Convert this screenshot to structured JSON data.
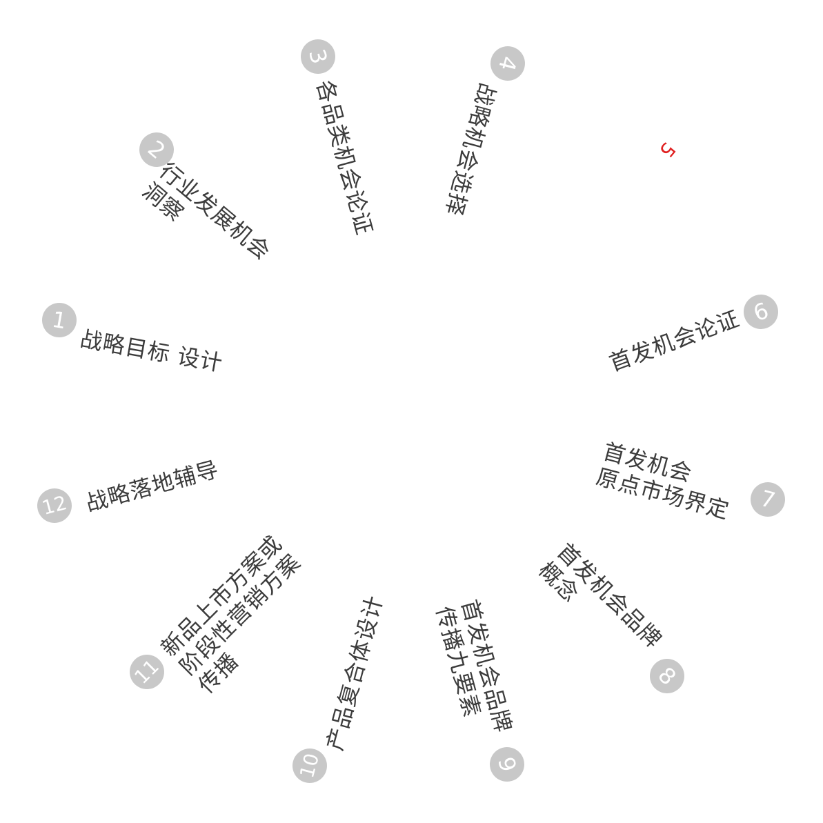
{
  "steps": [
    {
      "num": "1",
      "lines": [
        "战略目标 设计"
      ]
    },
    {
      "num": "2",
      "lines": [
        "行业发展机会",
        "洞察"
      ]
    },
    {
      "num": "3",
      "lines": [
        "各品类机会论证"
      ]
    },
    {
      "num": "4",
      "lines": [
        "战略机会选择"
      ]
    },
    {
      "num": "5",
      "lines": [],
      "active": true,
      "active_color": "#e02020"
    },
    {
      "num": "6",
      "lines": [
        "首发机会论证"
      ]
    },
    {
      "num": "7",
      "lines": [
        "首发机会",
        "原点市场界定"
      ]
    },
    {
      "num": "8",
      "lines": [
        "首发机会品牌",
        "概念"
      ]
    },
    {
      "num": "9",
      "lines": [
        "首发机会品牌",
        "传播九要素"
      ]
    },
    {
      "num": "10",
      "lines": [
        "产品复合体设计"
      ]
    },
    {
      "num": "11",
      "lines": [
        "新品上市方案或",
        "阶段性营销方案",
        "传播"
      ]
    },
    {
      "num": "12",
      "lines": [
        "战略落地辅导"
      ]
    }
  ],
  "colors": {
    "badge": "#c8c8c8",
    "text": "#3c3c3c",
    "active": "#e02020"
  }
}
